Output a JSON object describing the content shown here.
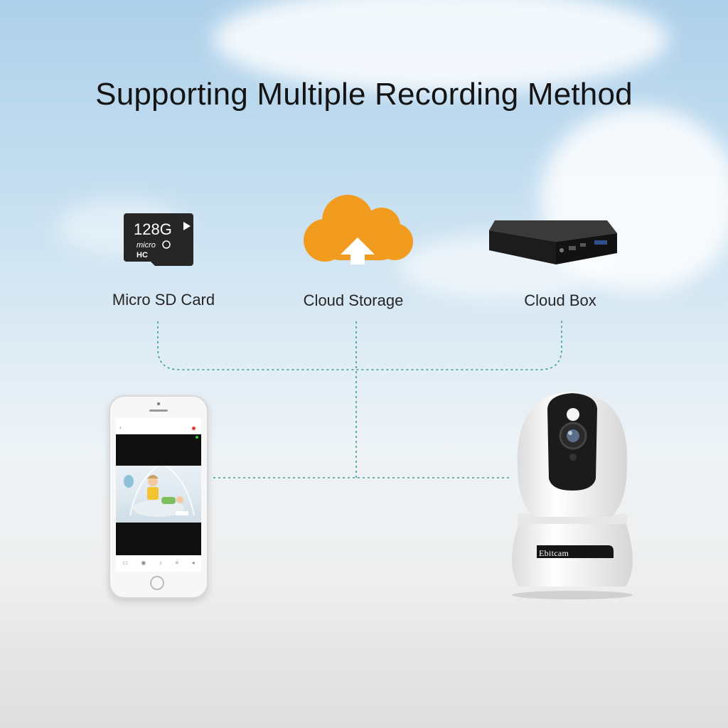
{
  "title": "Supporting Multiple Recording Method",
  "methods": [
    {
      "label": "Micro SD Card",
      "icon": "micro-sd-card-icon"
    },
    {
      "label": "Cloud Storage",
      "icon": "cloud-upload-icon"
    },
    {
      "label": "Cloud Box",
      "icon": "cloud-box-device-icon"
    }
  ],
  "sd_card": {
    "capacity": "128G"
  },
  "camera": {
    "brand": "Ebitcam"
  },
  "colors": {
    "cloud_icon": "#f29c1f",
    "connector_line": "#3d9a96",
    "title": "#141414"
  }
}
